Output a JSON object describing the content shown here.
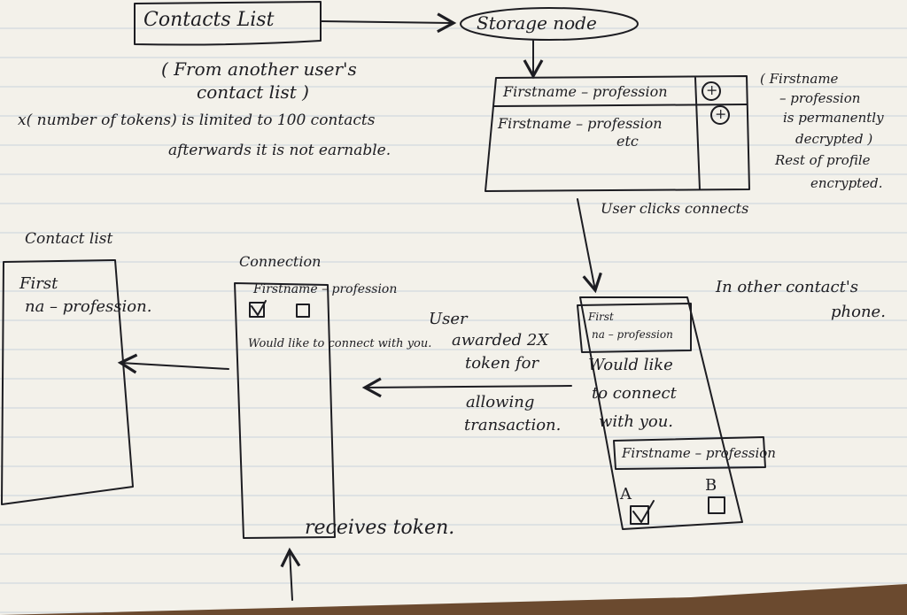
{
  "contacts_list": "Contacts List",
  "storage_node": "Storage node",
  "another_user_note_line1": "( From another user's",
  "another_user_note_line2": "contact list )",
  "limit_note_line1": "x( number of tokens) is limited to 100 contacts",
  "limit_note_line2": "afterwards it is not earnable.",
  "storage_row1": "Firstname – profession",
  "storage_row2_line1": "Firstname – profession",
  "storage_row2_line2": "etc",
  "plus_symbol": "+",
  "permanence_note_line1": "( Firstname",
  "permanence_note_line2": "– profession",
  "permanence_note_line3": "is permanently",
  "permanence_note_line4": "decrypted )",
  "permanence_note_line5": "Rest of profile",
  "permanence_note_line6": "encrypted.",
  "user_clicks_connects": "User clicks connects",
  "other_contact_phone_line1": "In other contact's",
  "other_contact_phone_line2": "phone.",
  "contact_list_title": "Contact list",
  "contact_list_entry_line1": "First",
  "contact_list_entry_line2": "na – profession.",
  "connection_title": "Connection",
  "connection_entry": "Firstname – profession",
  "connection_prompt": "Would like to connect with you.",
  "user_awarded_line1": "User",
  "user_awarded_line2": "awarded 2X",
  "user_awarded_line3": "token for",
  "user_awarded_line4": "allowing",
  "user_awarded_line5": "transaction.",
  "phone_top_line1": "First",
  "phone_top_line2": "na – profession",
  "phone_msg_line1": "Would like",
  "phone_msg_line2": "to connect",
  "phone_msg_line3": "with you.",
  "phone_bottom_entry": "Firstname – profession",
  "label_a": "A",
  "label_b": "B",
  "receives_token": "receives token."
}
